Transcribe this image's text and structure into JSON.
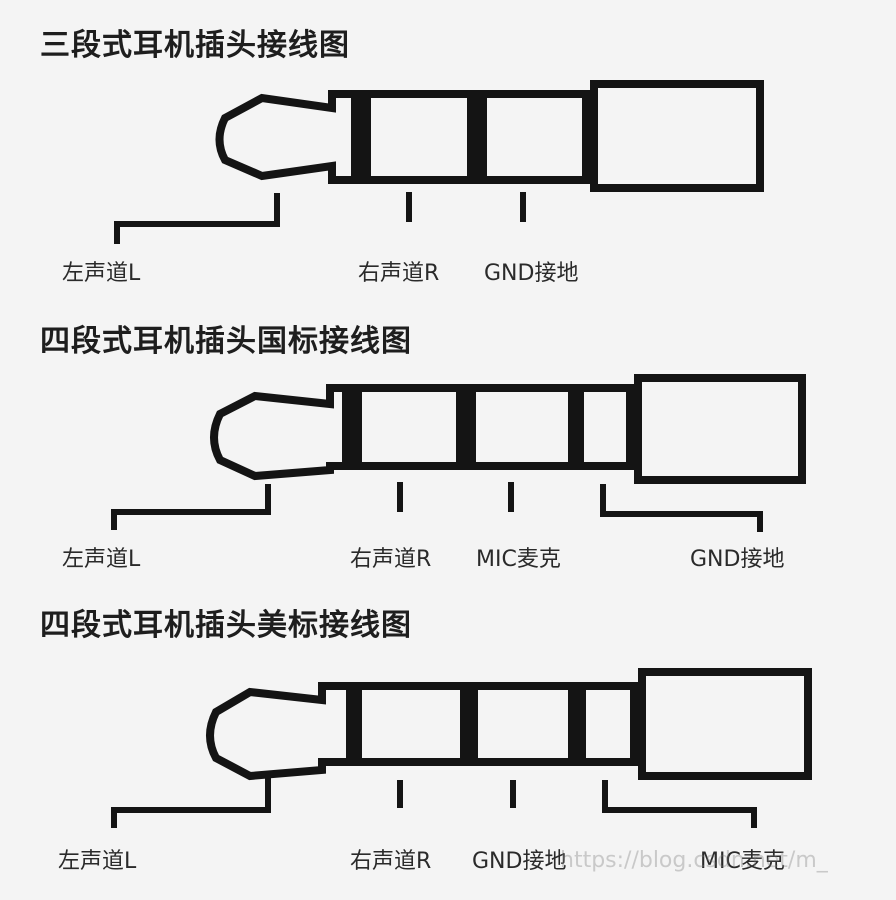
{
  "colors": {
    "background": "#f4f4f4",
    "line": "#141414",
    "title_text": "#1e1e1e",
    "label_text": "#2a2a2a"
  },
  "sections": [
    {
      "title": "三段式耳机插头接线图",
      "labels": [
        "左声道L",
        "右声道R",
        "GND接地"
      ]
    },
    {
      "title": "四段式耳机插头国标接线图",
      "labels": [
        "左声道L",
        "右声道R",
        "MIC麦克",
        "GND接地"
      ]
    },
    {
      "title": "四段式耳机插头美标接线图",
      "labels": [
        "左声道L",
        "右声道R",
        "GND接地",
        "MIC麦克"
      ]
    }
  ],
  "watermark": "https://blog.csdn.net/m_"
}
